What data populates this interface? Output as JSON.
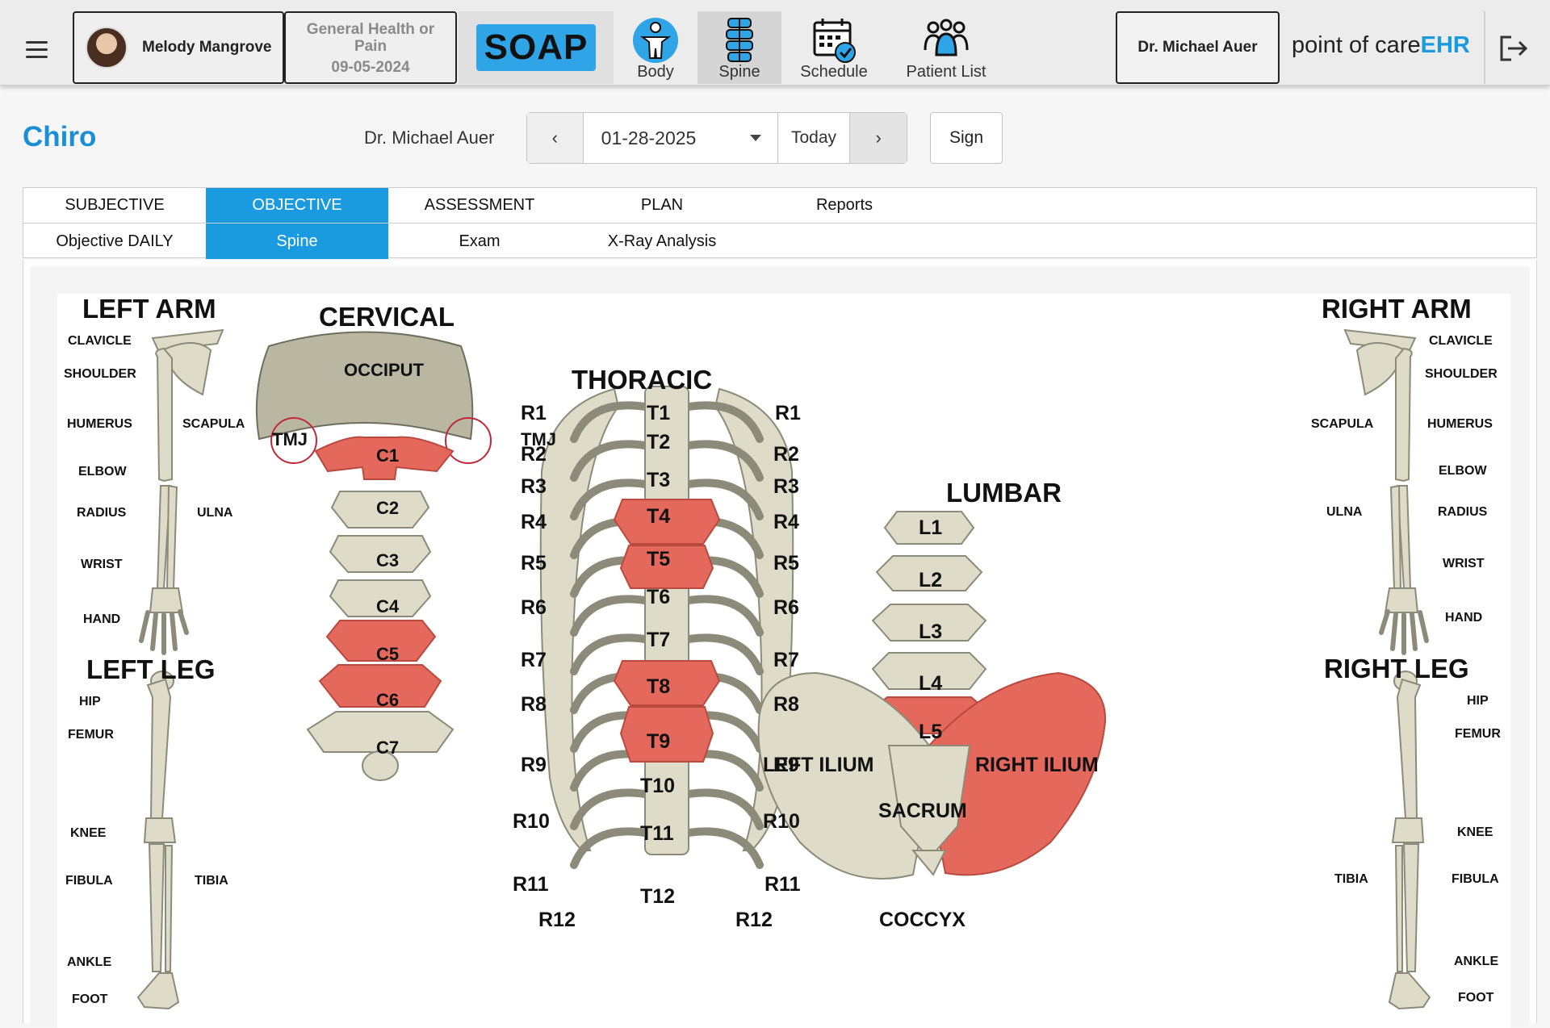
{
  "patient": {
    "name": "Melody Mangrove"
  },
  "visit": {
    "reason": "General Health or Pain",
    "date": "09-05-2024"
  },
  "nav": {
    "soap": "SOAP",
    "body": "Body",
    "spine": "Spine",
    "schedule": "Schedule",
    "patient_list": "Patient List"
  },
  "doctor": "Dr. Michael Auer",
  "brand": {
    "prefix": "point of care",
    "suffix": "EHR",
    "accent": "#1a9be0"
  },
  "page": {
    "title": "Chiro",
    "provider": "Dr. Michael Auer"
  },
  "date_nav": {
    "prev": "‹",
    "date": "01-28-2025",
    "today": "Today",
    "next": "›"
  },
  "sign": "Sign",
  "tabs": {
    "main": [
      "SUBJECTIVE",
      "OBJECTIVE",
      "ASSESSMENT",
      "PLAN",
      "Reports"
    ],
    "main_active": "OBJECTIVE",
    "sub": [
      "Objective DAILY",
      "Spine",
      "Exam",
      "X-Ray Analysis"
    ],
    "sub_active": "Spine"
  },
  "colors": {
    "highlight": "#e4685c",
    "tab_active": "#1a9be0"
  },
  "diagram": {
    "left_arm": {
      "title": "LEFT ARM",
      "labels": [
        "CLAVICLE",
        "SHOULDER",
        "HUMERUS",
        "SCAPULA",
        "ELBOW",
        "RADIUS",
        "ULNA",
        "WRIST",
        "HAND"
      ]
    },
    "left_leg": {
      "title": "LEFT LEG",
      "labels": [
        "HIP",
        "FEMUR",
        "KNEE",
        "FIBULA",
        "TIBIA",
        "ANKLE",
        "FOOT"
      ]
    },
    "right_arm": {
      "title": "RIGHT ARM",
      "labels": [
        "CLAVICLE",
        "SHOULDER",
        "SCAPULA",
        "HUMERUS",
        "ELBOW",
        "ULNA",
        "RADIUS",
        "WRIST",
        "HAND"
      ]
    },
    "right_leg": {
      "title": "RIGHT LEG",
      "labels": [
        "HIP",
        "FEMUR",
        "KNEE",
        "TIBIA",
        "FIBULA",
        "ANKLE",
        "FOOT"
      ]
    },
    "cervical": {
      "title": "CERVICAL",
      "occiput": "OCCIPUT",
      "tmj": "TMJ",
      "vertebrae": [
        "C1",
        "C2",
        "C3",
        "C4",
        "C5",
        "C6",
        "C7"
      ],
      "highlighted": [
        "C1",
        "C5",
        "C6"
      ]
    },
    "thoracic": {
      "title": "THORACIC",
      "vertebrae": [
        "T1",
        "T2",
        "T3",
        "T4",
        "T5",
        "T6",
        "T7",
        "T8",
        "T9",
        "T10",
        "T11",
        "T12"
      ],
      "ribs": [
        "R1",
        "R2",
        "R3",
        "R4",
        "R5",
        "R6",
        "R7",
        "R8",
        "R9",
        "R10",
        "R11",
        "R12"
      ],
      "highlighted": [
        "T4",
        "T5",
        "T8",
        "T9"
      ]
    },
    "lumbar": {
      "title": "LUMBAR",
      "vertebrae": [
        "L1",
        "L2",
        "L3",
        "L4",
        "L5"
      ],
      "highlighted": [
        "L5"
      ]
    },
    "pelvis": {
      "left_ilium": "LEFT ILIUM",
      "right_ilium": "RIGHT ILIUM",
      "sacrum": "SACRUM",
      "coccyx": "COCCYX",
      "highlighted": [
        "RIGHT ILIUM"
      ]
    }
  }
}
